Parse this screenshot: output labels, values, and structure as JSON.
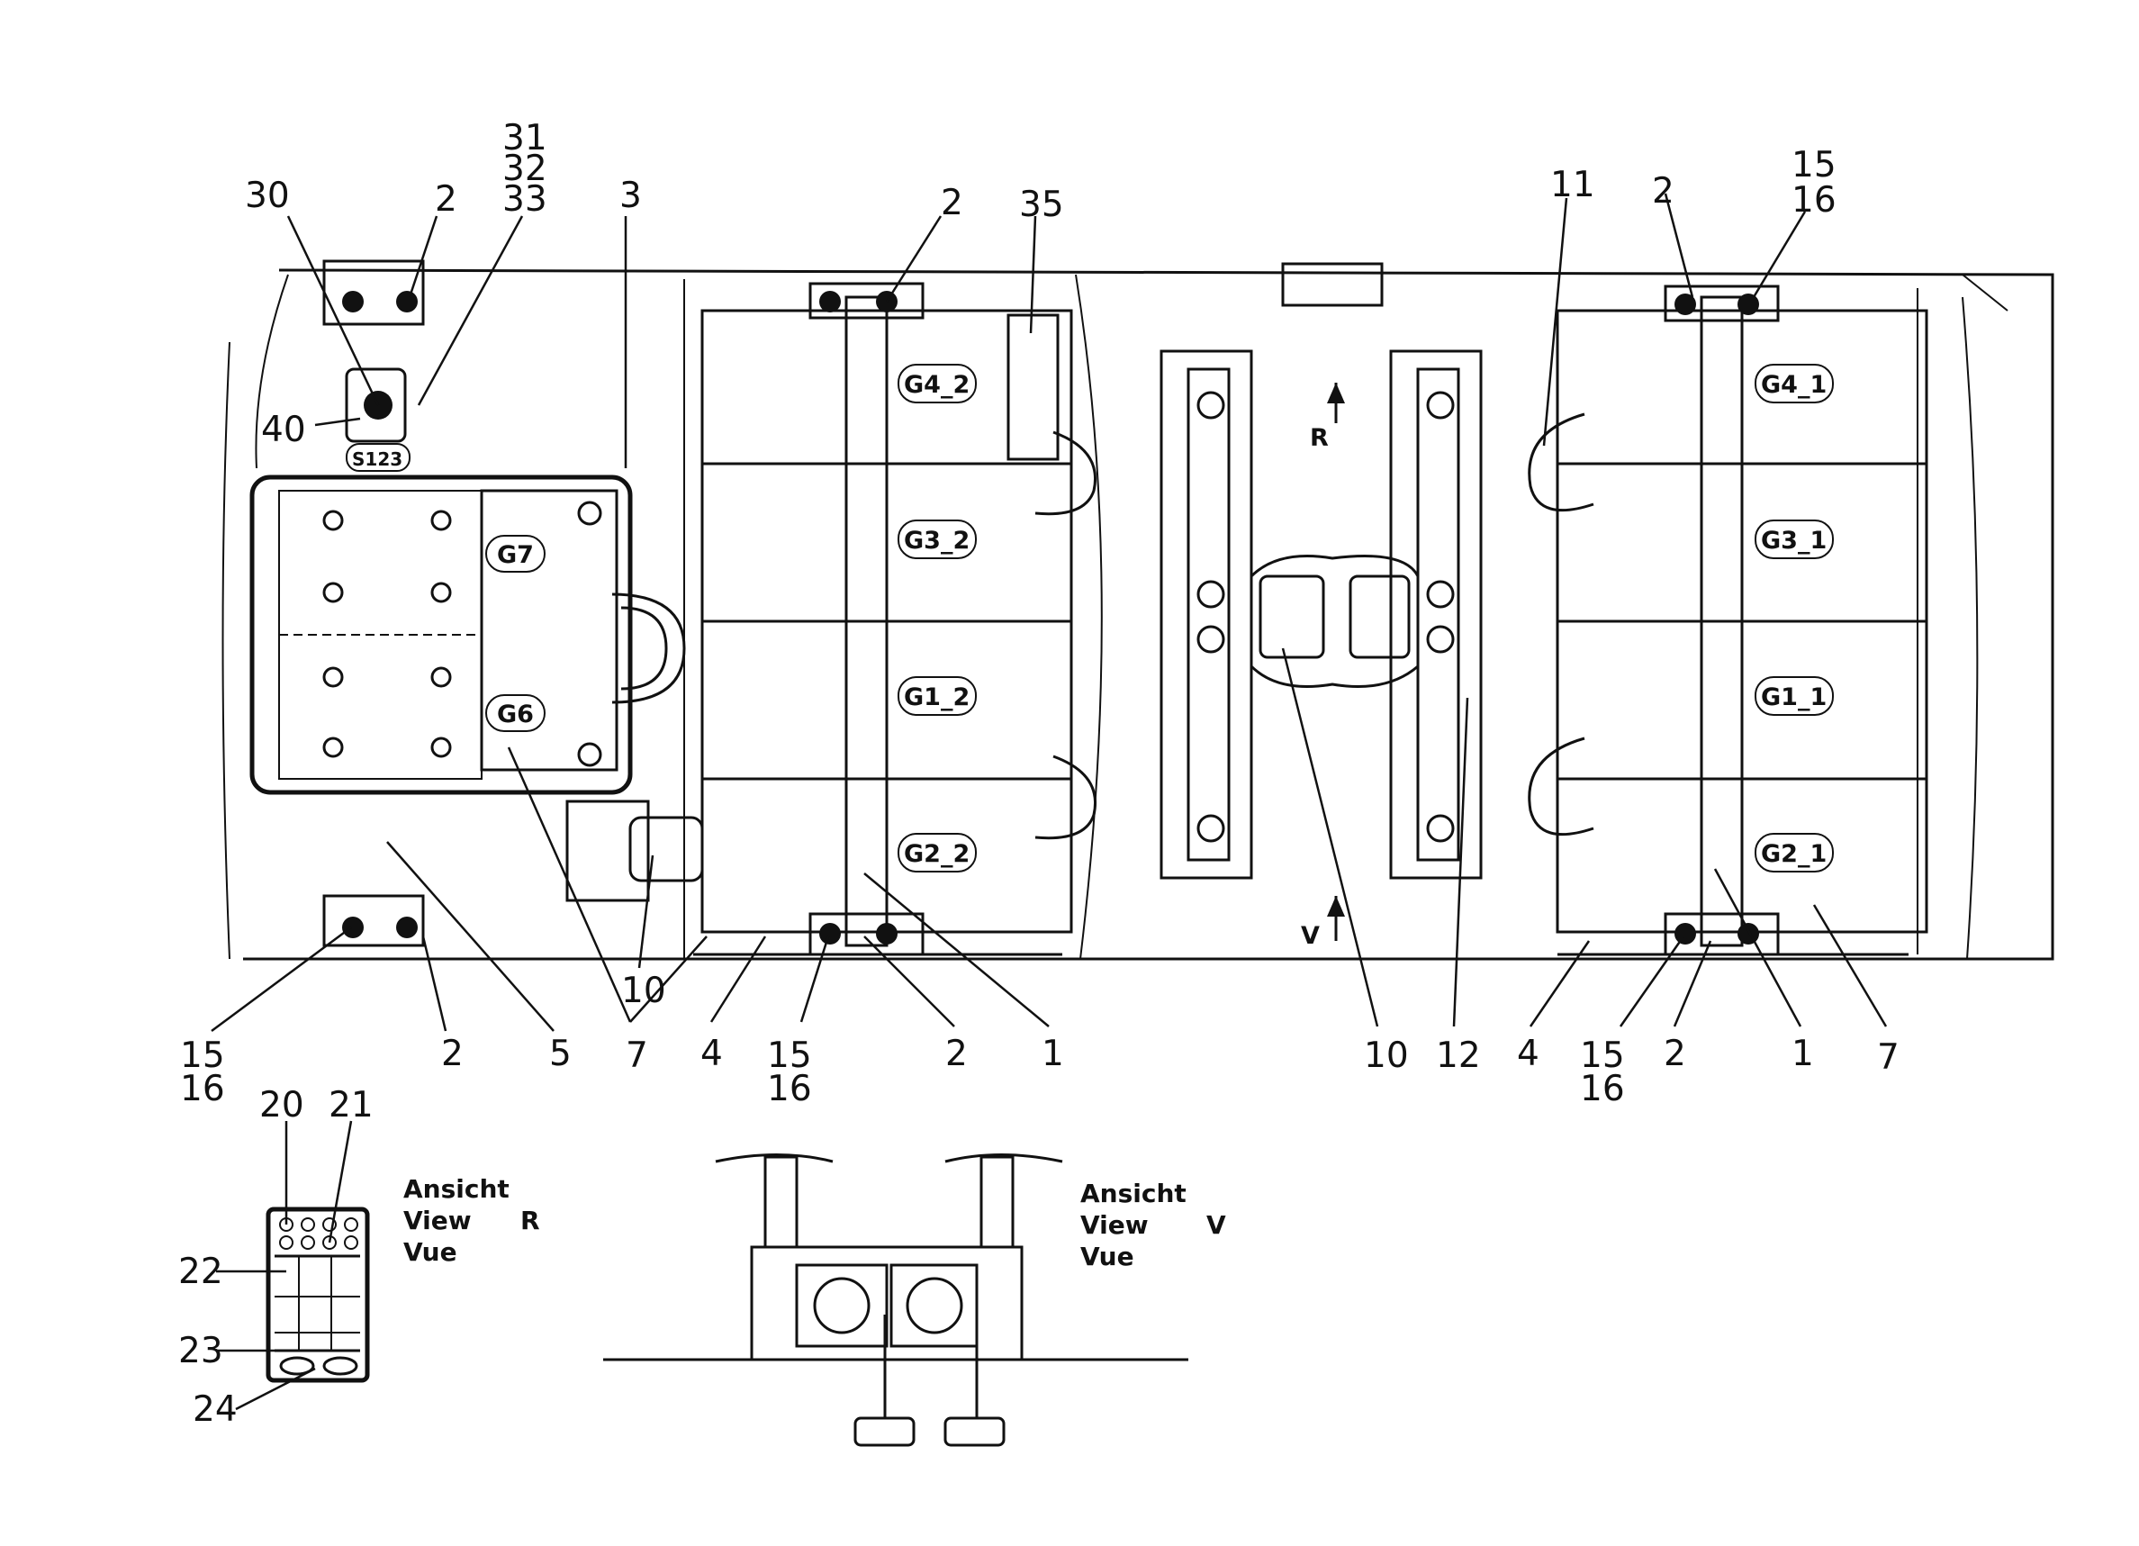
{
  "callouts": [
    {
      "text": "31"
    },
    {
      "text": "32"
    },
    {
      "text": "33"
    },
    {
      "text": "30"
    },
    {
      "text": "2"
    },
    {
      "text": "3"
    },
    {
      "text": "2"
    },
    {
      "text": "35"
    },
    {
      "text": "11"
    },
    {
      "text": "2"
    },
    {
      "text": "15"
    },
    {
      "text": "16"
    },
    {
      "text": "40"
    },
    {
      "text": "15"
    },
    {
      "text": "16"
    },
    {
      "text": "2"
    },
    {
      "text": "5"
    },
    {
      "text": "7"
    },
    {
      "text": "4"
    },
    {
      "text": "15"
    },
    {
      "text": "16"
    },
    {
      "text": "2"
    },
    {
      "text": "1"
    },
    {
      "text": "10"
    },
    {
      "text": "10"
    },
    {
      "text": "12"
    },
    {
      "text": "4"
    },
    {
      "text": "15"
    },
    {
      "text": "16"
    },
    {
      "text": "2"
    },
    {
      "text": "1"
    },
    {
      "text": "7"
    },
    {
      "text": "20"
    },
    {
      "text": "21"
    },
    {
      "text": "22"
    },
    {
      "text": "23"
    },
    {
      "text": "24"
    }
  ],
  "battery_labels": [
    {
      "text": "G4_2"
    },
    {
      "text": "G3_2"
    },
    {
      "text": "G1_2"
    },
    {
      "text": "G2_2"
    },
    {
      "text": "G4_1"
    },
    {
      "text": "G3_1"
    },
    {
      "text": "G1_1"
    },
    {
      "text": "G2_1"
    },
    {
      "text": "G7"
    },
    {
      "text": "G6"
    }
  ],
  "switch_label": "S123",
  "arrows": {
    "r": "R",
    "v": "V"
  },
  "view_r": {
    "line1": "Ansicht",
    "line2": "View",
    "line3": "Vue",
    "letter": "R"
  },
  "view_v": {
    "line1": "Ansicht",
    "line2": "View",
    "line3": "Vue",
    "letter": "V"
  }
}
